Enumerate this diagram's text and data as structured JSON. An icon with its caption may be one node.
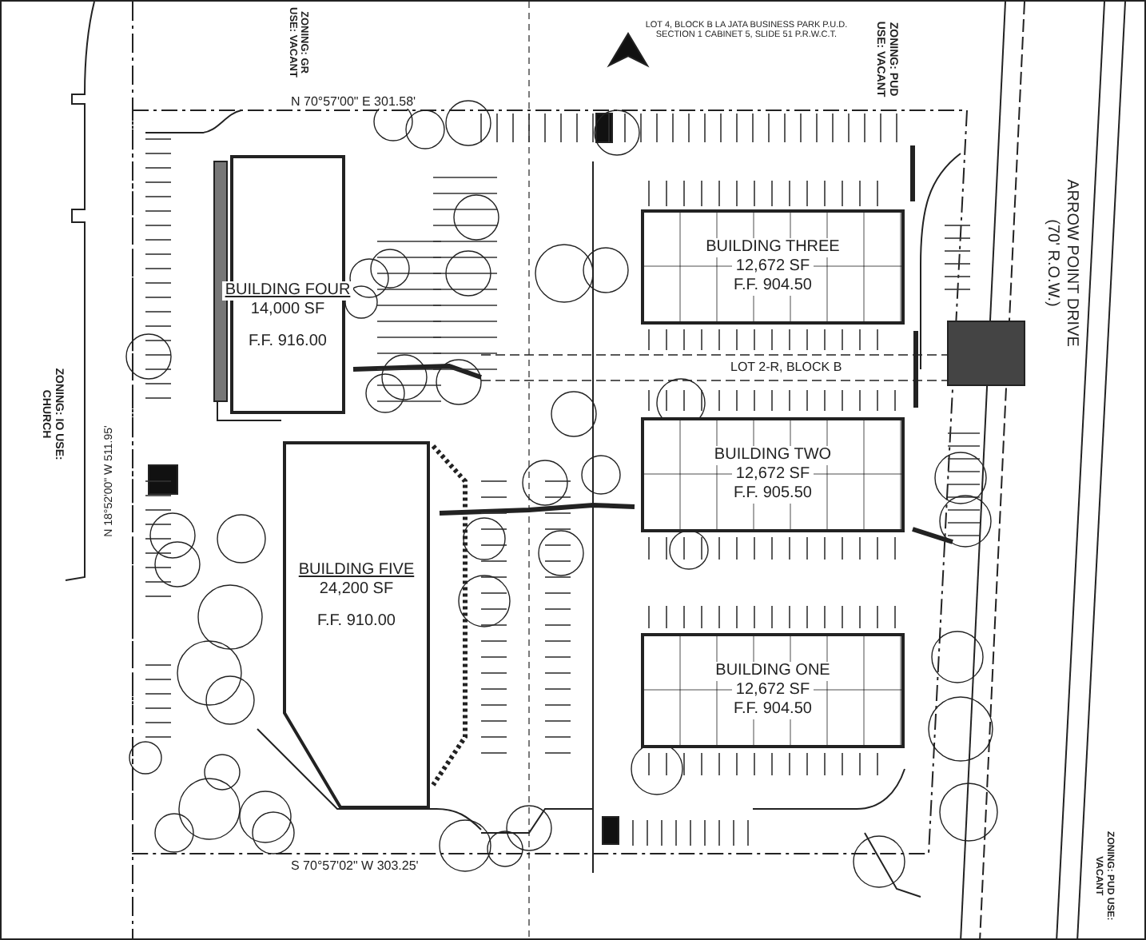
{
  "diagram": {
    "nodes": [
      {
        "text": [
          "BUILDING FOUR",
          "14,000 SF",
          "F.F. 916.00"
        ]
      },
      {
        "text": [
          "BUILDING THREE",
          "12,672 SF",
          "F.F. 904.50"
        ]
      },
      {
        "text": [
          "BUILDING TWO",
          "12,672 SF",
          "F.F. 905.50"
        ]
      },
      {
        "text": [
          "BUILDING FIVE",
          "24,200 SF",
          "F.F. 910.00"
        ]
      },
      {
        "text": [
          "BUILDING ONE",
          "12,672 SF",
          "F.F. 904.50"
        ]
      }
    ],
    "labels": [
      "ZONING: GR USE: VACANT",
      "LOT 4, BLOCK B LA JATA BUSINESS PARK P.U.D. SECTION 1 CABINET 5, SLIDE 51 P.R.W.C.T.",
      "ZONING: PUD USE: VACANT",
      "N 70°57'00\" E 301.58'",
      "ARROW POINT DRIVE (70' R.O.W.)",
      "LOT 2-R, BLOCK B",
      "ZONING: IO USE: CHURCH",
      "N 18°52'00\" W 511.95'",
      "S 70°57'02\" W 303.25'",
      "ZONING: PUD USE: VACANT"
    ]
  }
}
